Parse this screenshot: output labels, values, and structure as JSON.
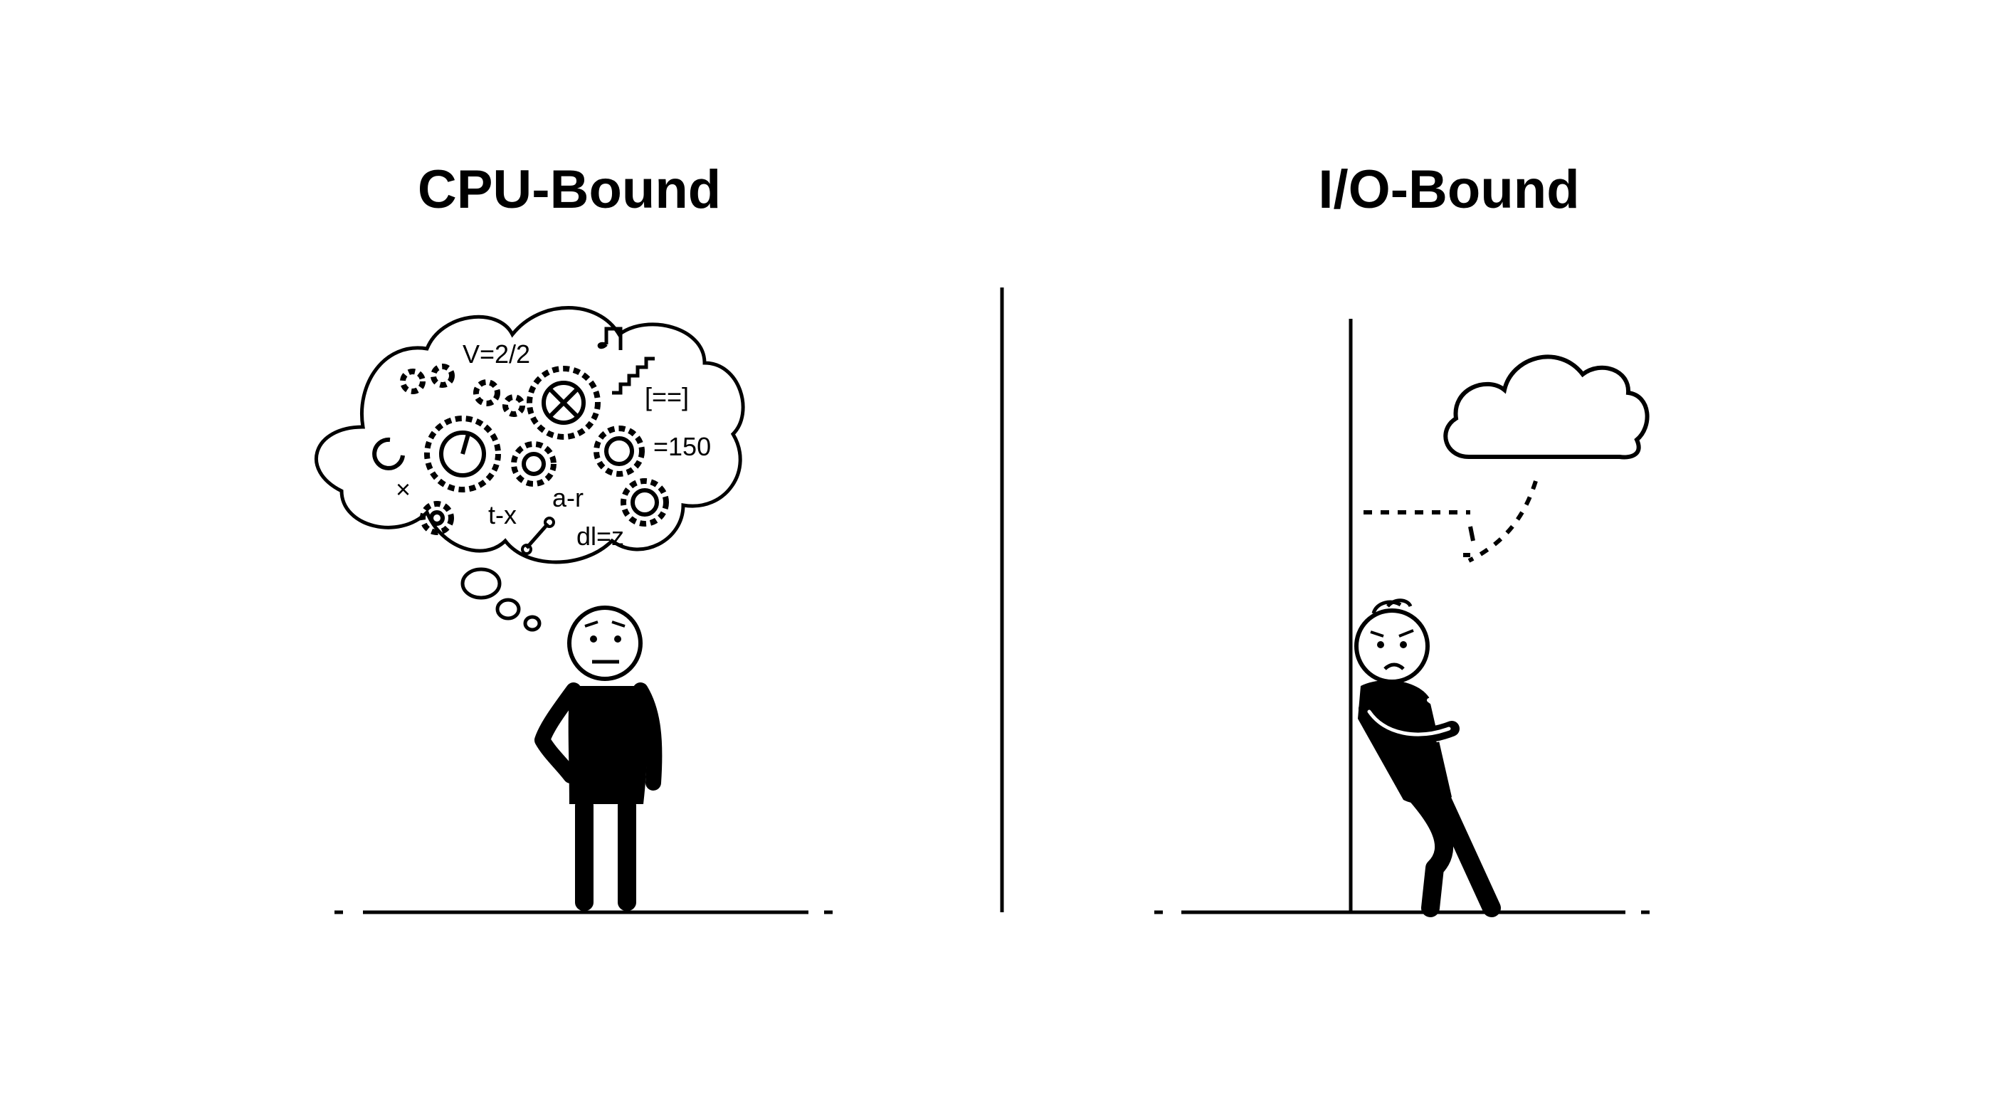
{
  "panels": {
    "cpu": {
      "title": "CPU-Bound",
      "thought_bubble_glyphs": [
        "V=2/2",
        "t-x",
        "a-r",
        "=150",
        "dl=z",
        "[==]",
        "×"
      ]
    },
    "io": {
      "title": "I/O-Bound"
    }
  },
  "colors": {
    "ink": "#000000",
    "background": "#ffffff"
  },
  "icons": [
    "gear-icon",
    "thought-bubble-icon",
    "cloud-icon",
    "stick-figure-icon"
  ]
}
